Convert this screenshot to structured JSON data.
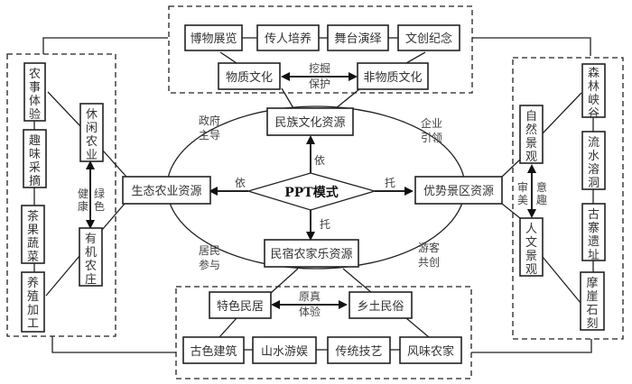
{
  "center": {
    "label": "PPT模式"
  },
  "core_resources": {
    "top": "民族文化资源",
    "left": "生态农业资源",
    "right": "优势景区资源",
    "bottom": "民宿农家乐资源"
  },
  "arrow_labels": {
    "top": "依",
    "left": "依",
    "right": "托",
    "bottom": "托"
  },
  "ellipse_labels": {
    "top_left": [
      "政府",
      "主导"
    ],
    "top_right": [
      "企业",
      "引领"
    ],
    "bottom_left": [
      "居民",
      "参与"
    ],
    "bottom_right": [
      "游客",
      "共创"
    ]
  },
  "culture_group": {
    "items": [
      "博物展览",
      "传人培养",
      "舞台演绎",
      "文创纪念"
    ],
    "left_node": "物质文化",
    "right_node": "非物质文化",
    "link_label": [
      "挖掘",
      "保护"
    ]
  },
  "homestay_group": {
    "left_node": "特色民居",
    "right_node": "乡土民俗",
    "link_label": [
      "原真",
      "体验"
    ],
    "items": [
      "古色建筑",
      "山水游娱",
      "传统技艺",
      "风味农家"
    ]
  },
  "agri_group": {
    "items": [
      "农事体验",
      "趣味采摘",
      "茶果蔬菜",
      "养殖加工"
    ],
    "top_node": "休闲农业",
    "bottom_node": "有机农庄",
    "link_label": [
      "健康",
      "绿色"
    ]
  },
  "scenic_group": {
    "items": [
      "森林峡谷",
      "流水溶洞",
      "古寨遗址",
      "摩崖石刻"
    ],
    "top_node": "自然景观",
    "bottom_node": "人文景观",
    "link_label": [
      "审美",
      "意趣"
    ]
  }
}
